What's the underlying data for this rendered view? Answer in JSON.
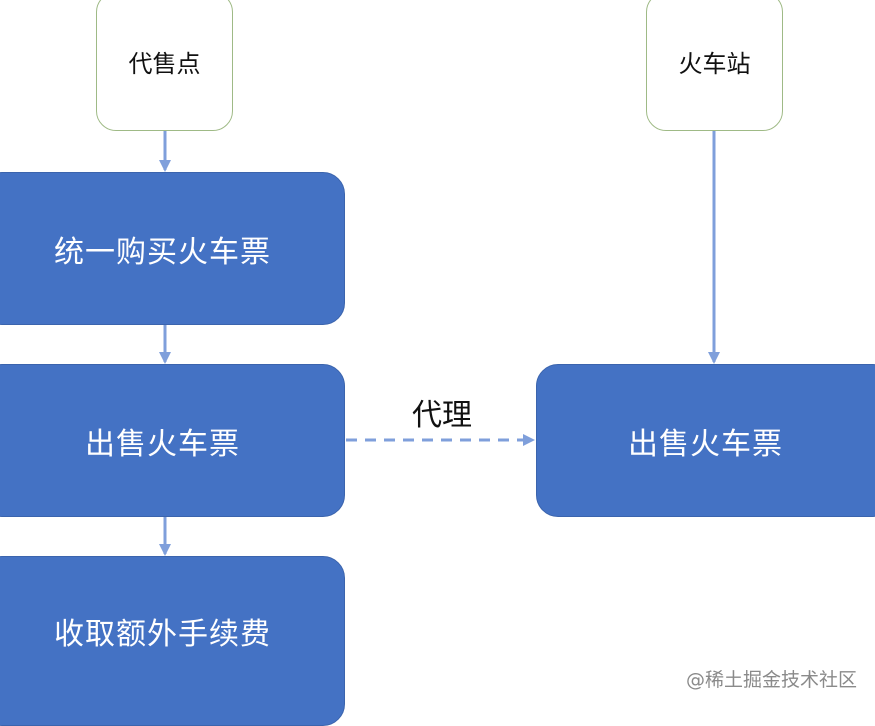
{
  "diagram": {
    "nodes": {
      "agent": "代售点",
      "station": "火车站",
      "buy_tickets": "统一购买火车票",
      "sell_tickets_agent": "出售火车票",
      "extra_fee": "收取额外手续费",
      "sell_tickets_station": "出售火车票"
    },
    "edge_labels": {
      "proxy": "代理"
    }
  },
  "watermark": "@稀土掘金技术社区",
  "colors": {
    "filled_box": "#4472c4",
    "outline_border": "#9fba86",
    "arrow": "#7f9fdb"
  }
}
